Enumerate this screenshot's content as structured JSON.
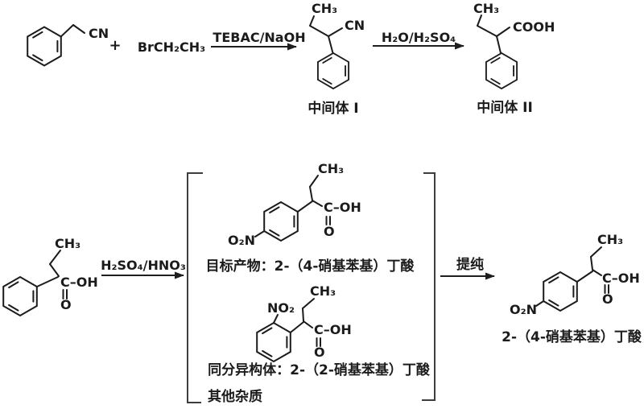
{
  "page": {
    "background": "#ffffff",
    "ink_color": "#1b1b1b",
    "description": "Chemical reaction scheme for synthesis of 2-(4-nitrophenyl)butanoic acid"
  },
  "step1": {
    "phenylacetonitrile": {
      "cn": "CN"
    },
    "plus": "+",
    "bromoethane": "BrCH₂CH₃",
    "arrow1_reagent": "TEBAC/NaOH",
    "intermediate1": {
      "ch3": "CH₃",
      "cn": "CN",
      "caption": "中间体 I"
    },
    "arrow2_reagent": "H₂O/H₂SO₄",
    "intermediate2": {
      "ch3": "CH₃",
      "cooh": "COOH",
      "caption": "中间体 II"
    }
  },
  "step2": {
    "phenylbutanoic_acid": {
      "ch3": "CH₃",
      "c_oh": "C–OH",
      "o": "O"
    },
    "arrow3_reagent": "H₂SO₄/HNO₃",
    "mixture": {
      "target": {
        "ch3": "CH₃",
        "c_oh": "C–OH",
        "o": "O",
        "o2n": "O₂N",
        "caption": "目标产物：2-（4-硝基苯基）丁酸"
      },
      "isomer": {
        "ch3": "CH₃",
        "no2": "NO₂",
        "c_oh": "C–OH",
        "o": "O",
        "caption": "同分异构体：2-（2-硝基苯基）丁酸"
      },
      "other_impurities": "其他杂质"
    },
    "arrow4_reagent": "提纯",
    "product": {
      "ch3": "CH₃",
      "c_oh": "C–OH",
      "o": "O",
      "o2n": "O₂N",
      "caption": "2-（4-硝基苯基）丁酸"
    }
  }
}
